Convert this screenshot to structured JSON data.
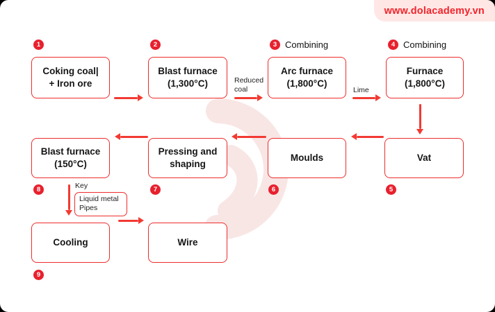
{
  "site_badge": {
    "label": "www.dolacademy.vn"
  },
  "steps": {
    "s1": {
      "num": "1",
      "line1": "Coking coal|",
      "line2": "+ Iron ore"
    },
    "s2": {
      "num": "2",
      "line1": "Blast furnace",
      "line2": "(1,300°C)"
    },
    "s3": {
      "num": "3",
      "tag": "Combining",
      "line1": "Arc furnace",
      "line2": "(1,800°C)"
    },
    "s4": {
      "num": "4",
      "tag": "Combining",
      "line1": "Furnace",
      "line2": "(1,800°C)"
    },
    "s5": {
      "num": "5",
      "line1": "Vat"
    },
    "s6": {
      "num": "6",
      "line1": "Moulds"
    },
    "s7": {
      "num": "7",
      "line1": "Pressing and",
      "line2": "shaping"
    },
    "s8": {
      "num": "8",
      "line1": "Blast furnace",
      "line2": "(150°C)"
    },
    "s9": {
      "num": "9",
      "line1": "Cooling"
    },
    "wire": {
      "line1": "Wire"
    }
  },
  "edge_labels": {
    "reduced_line1": "Reduced",
    "reduced_line2": "coal",
    "lime": "Lime"
  },
  "key": {
    "title": "Key",
    "items": [
      "Liquid metal",
      "Pipes"
    ]
  },
  "colors": {
    "box_border_red": "#ee2b2b",
    "arrow_red": "#f23a33",
    "circle_red": "#e8212e",
    "badge_bg": "#ffe7e5",
    "badge_text": "#f2242c",
    "watermark_pink": "#f8e6e5",
    "text": "#151515"
  }
}
